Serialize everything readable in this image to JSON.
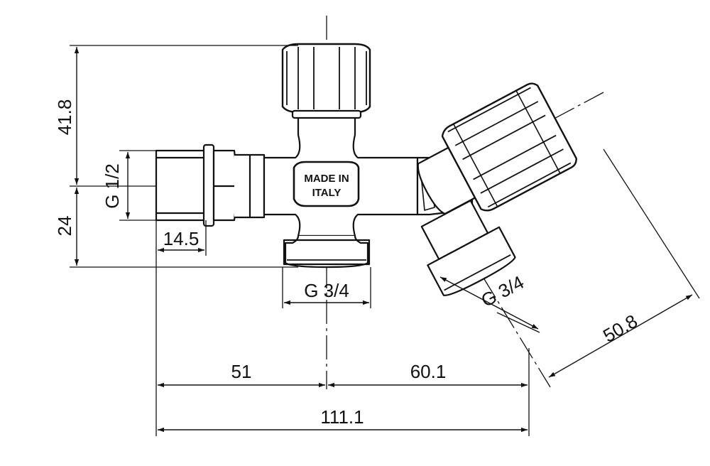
{
  "drawing": {
    "embossed_text": [
      "MADE IN",
      "ITALY"
    ],
    "dimensions": {
      "height_top": "41.8",
      "height_bottom": "24",
      "inlet_thread": "G 1/2",
      "inlet_thread_length": "14.5",
      "outlet_thread_bottom": "G 3/4",
      "outlet_thread_angled": "G 3/4",
      "angled_length": "50.8",
      "left_to_center": "51",
      "center_to_right": "60.1",
      "overall_length": "111.1"
    }
  },
  "colors": {
    "line": "#111111",
    "background": "#ffffff"
  }
}
